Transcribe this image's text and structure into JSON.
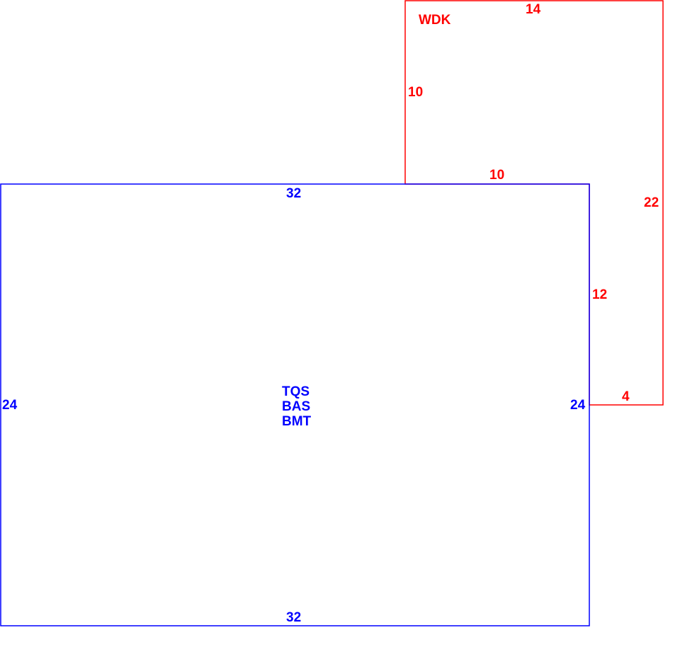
{
  "colors": {
    "main_area": "#0000ff",
    "deck_area": "#ff0000"
  },
  "main_area": {
    "codes": [
      "TQS",
      "BAS",
      "BMT"
    ],
    "dimensions": {
      "top": "32",
      "bottom": "32",
      "left": "24",
      "right": "24"
    }
  },
  "deck_area": {
    "code": "WDK",
    "dimensions": {
      "top": "14",
      "left": "10",
      "bottom_inner": "10",
      "right": "22",
      "inner_right": "12",
      "bottom": "4"
    }
  }
}
